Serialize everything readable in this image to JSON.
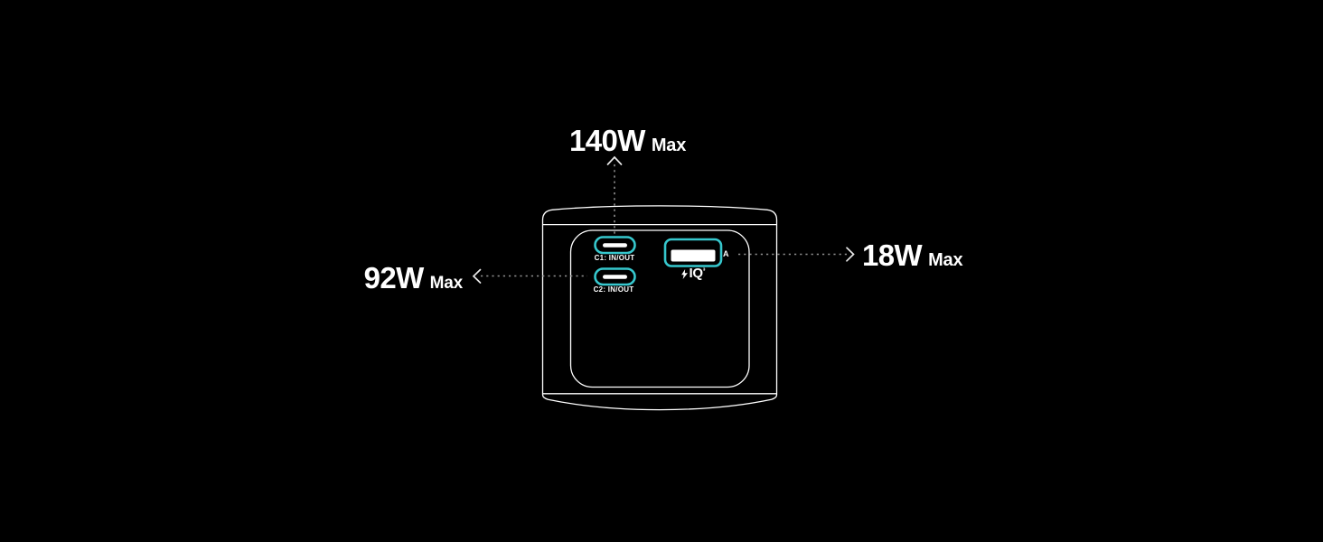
{
  "callouts": {
    "top": {
      "value": "140W",
      "unit": "Max"
    },
    "left": {
      "value": "92W",
      "unit": "Max"
    },
    "right": {
      "value": "18W",
      "unit": "Max"
    }
  },
  "device": {
    "ports": [
      {
        "label": "C1: IN/OUT",
        "type": "usb-c"
      },
      {
        "label": "C2: IN/OUT",
        "type": "usb-c"
      },
      {
        "label": "A",
        "type": "usb-a",
        "badge": "IQ",
        "badge_sup": "³"
      }
    ]
  },
  "icons": {
    "bolt": "lightning-bolt-icon",
    "arrow_up": "up-arrow-icon",
    "arrow_left": "left-arrow-icon",
    "arrow_right": "right-arrow-icon"
  },
  "colors": {
    "background": "#000000",
    "outline": "#ffffff",
    "port_accent": "#36c7cd",
    "text": "#ffffff",
    "dash": "#909090",
    "arrow": "#e8e8e8"
  }
}
